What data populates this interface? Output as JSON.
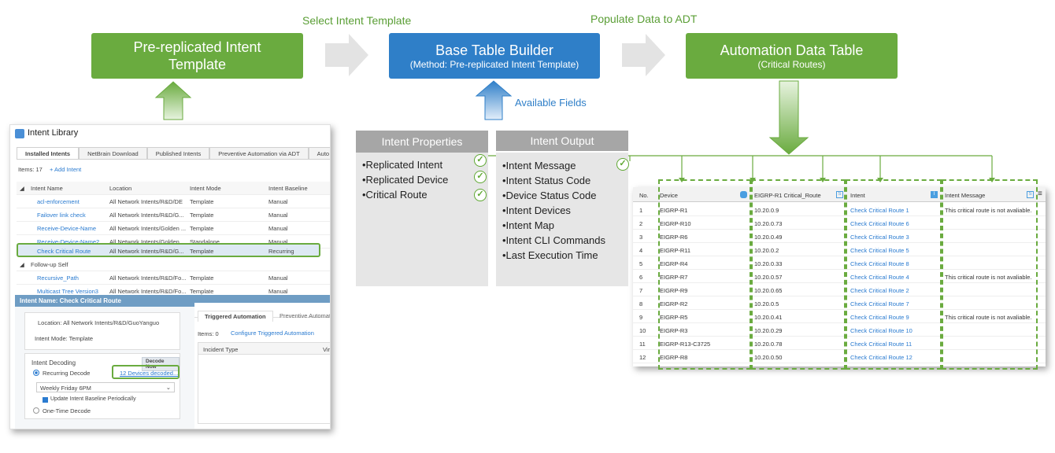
{
  "flow": {
    "step1_label": "Select Intent Template",
    "step2_label": "Populate Data to ADT",
    "box1_title": "Pre-replicated Intent Template",
    "box2_title": "Base Table Builder",
    "box2_sub": "(Method: Pre-replicated Intent Template)",
    "box3_title": "Automation Data Table",
    "box3_sub": "(Critical Routes)",
    "available_fields": "Available Fields"
  },
  "intent_properties": {
    "title": "Intent Properties",
    "items": [
      "•Replicated Intent",
      "•Replicated Device",
      "•Critical Route"
    ]
  },
  "intent_output": {
    "title": "Intent Output",
    "items": [
      "•Intent Message",
      "•Intent Status Code",
      "•Device Status Code",
      "•Intent Devices",
      "•Intent Map",
      "•Intent CLI Commands",
      "•Last Execution Time"
    ]
  },
  "check_glyph": "✓",
  "library": {
    "title": "Intent Library",
    "tabs": [
      "Installed Intents",
      "NetBrain Download",
      "Published Intents",
      "Preventive Automation via ADT",
      "Auto Intent"
    ],
    "items_count": "Items: 17",
    "add_intent": "+ Add Intent",
    "columns": [
      "Intent Name",
      "Location",
      "Intent Mode",
      "Intent Baseline"
    ],
    "rows": [
      {
        "name": "acl-enforcement",
        "location": "All Network Intents/R&D/DE",
        "mode": "Template",
        "baseline": "Manual"
      },
      {
        "name": "Failover link check",
        "location": "All Network Intents/R&D/G...",
        "mode": "Template",
        "baseline": "Manual"
      },
      {
        "name": "Receive-Device-Name",
        "location": "All Network Intents/Golden ...",
        "mode": "Template",
        "baseline": "Manual"
      },
      {
        "name": "Receive-Device-Name2",
        "location": "All Network Intents/Golden ...",
        "mode": "Standalone",
        "baseline": "Manual"
      },
      {
        "name": "Check Critical Route",
        "location": "All Network Intents/R&D/G...",
        "mode": "Template",
        "baseline": "Recurring"
      }
    ],
    "group": "Follow-up Self",
    "rows2": [
      {
        "name": "Recursive_Path",
        "location": "All Network Intents/R&D/Fo...",
        "mode": "Template",
        "baseline": "Manual"
      },
      {
        "name": "Multicast Tree Version3",
        "location": "All Network Intents/R&D/Fo...",
        "mode": "Template",
        "baseline": "Manual"
      }
    ],
    "detail": {
      "header": "Intent Name: Check Critical Route",
      "location": "Location:  All Network Intents/R&D/GuoYanguo",
      "mode": "Intent Mode:  Template",
      "decoding": "Intent Decoding",
      "decode_now": "Decode Now",
      "recurring": "Recurring Decode",
      "devices_decoded": "12 Devices decoded...",
      "schedule": "Weekly Friday 6PM",
      "update_baseline": "Update Intent Baseline Periodically",
      "one_time": "One-Time Decode",
      "tab1": "Triggered Automation",
      "tab2": "Preventive Automation",
      "items": "Items: 0",
      "configure": "Configure Triggered Automation",
      "col1": "Incident Type",
      "col2": "Virtu"
    }
  },
  "adt": {
    "columns": [
      "No.",
      "Device",
      "EIGRP-R1 Critical_Route",
      "Intent",
      "Intent Message"
    ],
    "rows": [
      {
        "no": "1",
        "device": "EIGRP-R1",
        "route": "10.20.0.9",
        "intent": "Check Critical Route 1",
        "message": "This critical route is not avaliable."
      },
      {
        "no": "2",
        "device": "EIGRP-R10",
        "route": "10.20.0.73",
        "intent": "Check Critical Route 6",
        "message": ""
      },
      {
        "no": "3",
        "device": "EIGRP-R6",
        "route": "10.20.0.49",
        "intent": "Check Critical Route 3",
        "message": ""
      },
      {
        "no": "4",
        "device": "EIGRP-R11",
        "route": "10.20.0.2",
        "intent": "Check Critical Route 5",
        "message": ""
      },
      {
        "no": "5",
        "device": "EIGRP-R4",
        "route": "10.20.0.33",
        "intent": "Check Critical Route 8",
        "message": ""
      },
      {
        "no": "6",
        "device": "EIGRP-R7",
        "route": "10.20.0.57",
        "intent": "Check Critical Route 4",
        "message": "This critical route is not avaliable."
      },
      {
        "no": "7",
        "device": "EIGRP-R9",
        "route": "10.20.0.65",
        "intent": "Check Critical Route 2",
        "message": ""
      },
      {
        "no": "8",
        "device": "EIGRP-R2",
        "route": "10.20.0.5",
        "intent": "Check Critical Route 7",
        "message": ""
      },
      {
        "no": "9",
        "device": "EIGRP-R5",
        "route": "10.20.0.41",
        "intent": "Check Critical Route 9",
        "message": "This critical route is not avaliable."
      },
      {
        "no": "10",
        "device": "EIGRP-R3",
        "route": "10.20.0.29",
        "intent": "Check Critical Route 10",
        "message": ""
      },
      {
        "no": "11",
        "device": "EIGRP-R13-C3725",
        "route": "10.20.0.78",
        "intent": "Check Critical Route 11",
        "message": ""
      },
      {
        "no": "12",
        "device": "EIGRP-R8",
        "route": "10.20.0.50",
        "intent": "Check Critical Route 12",
        "message": ""
      }
    ]
  },
  "colors": {
    "green": "#6aab3f",
    "blue": "#2f7fc8",
    "gray": "#a6a6a6",
    "link": "#2a7bd0"
  }
}
